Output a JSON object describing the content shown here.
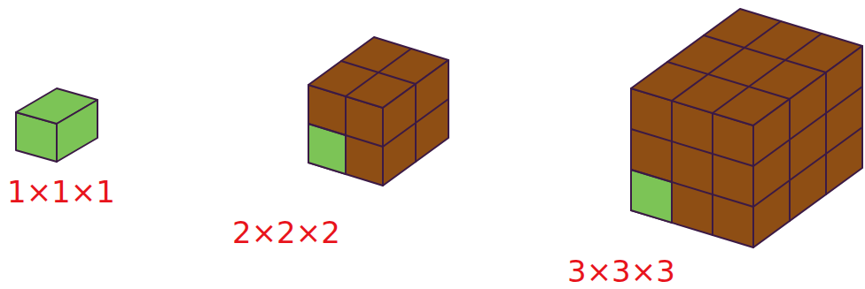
{
  "diagram": {
    "labels": [
      "1×1×1",
      "2×2×2",
      "3×3×3"
    ]
  }
}
